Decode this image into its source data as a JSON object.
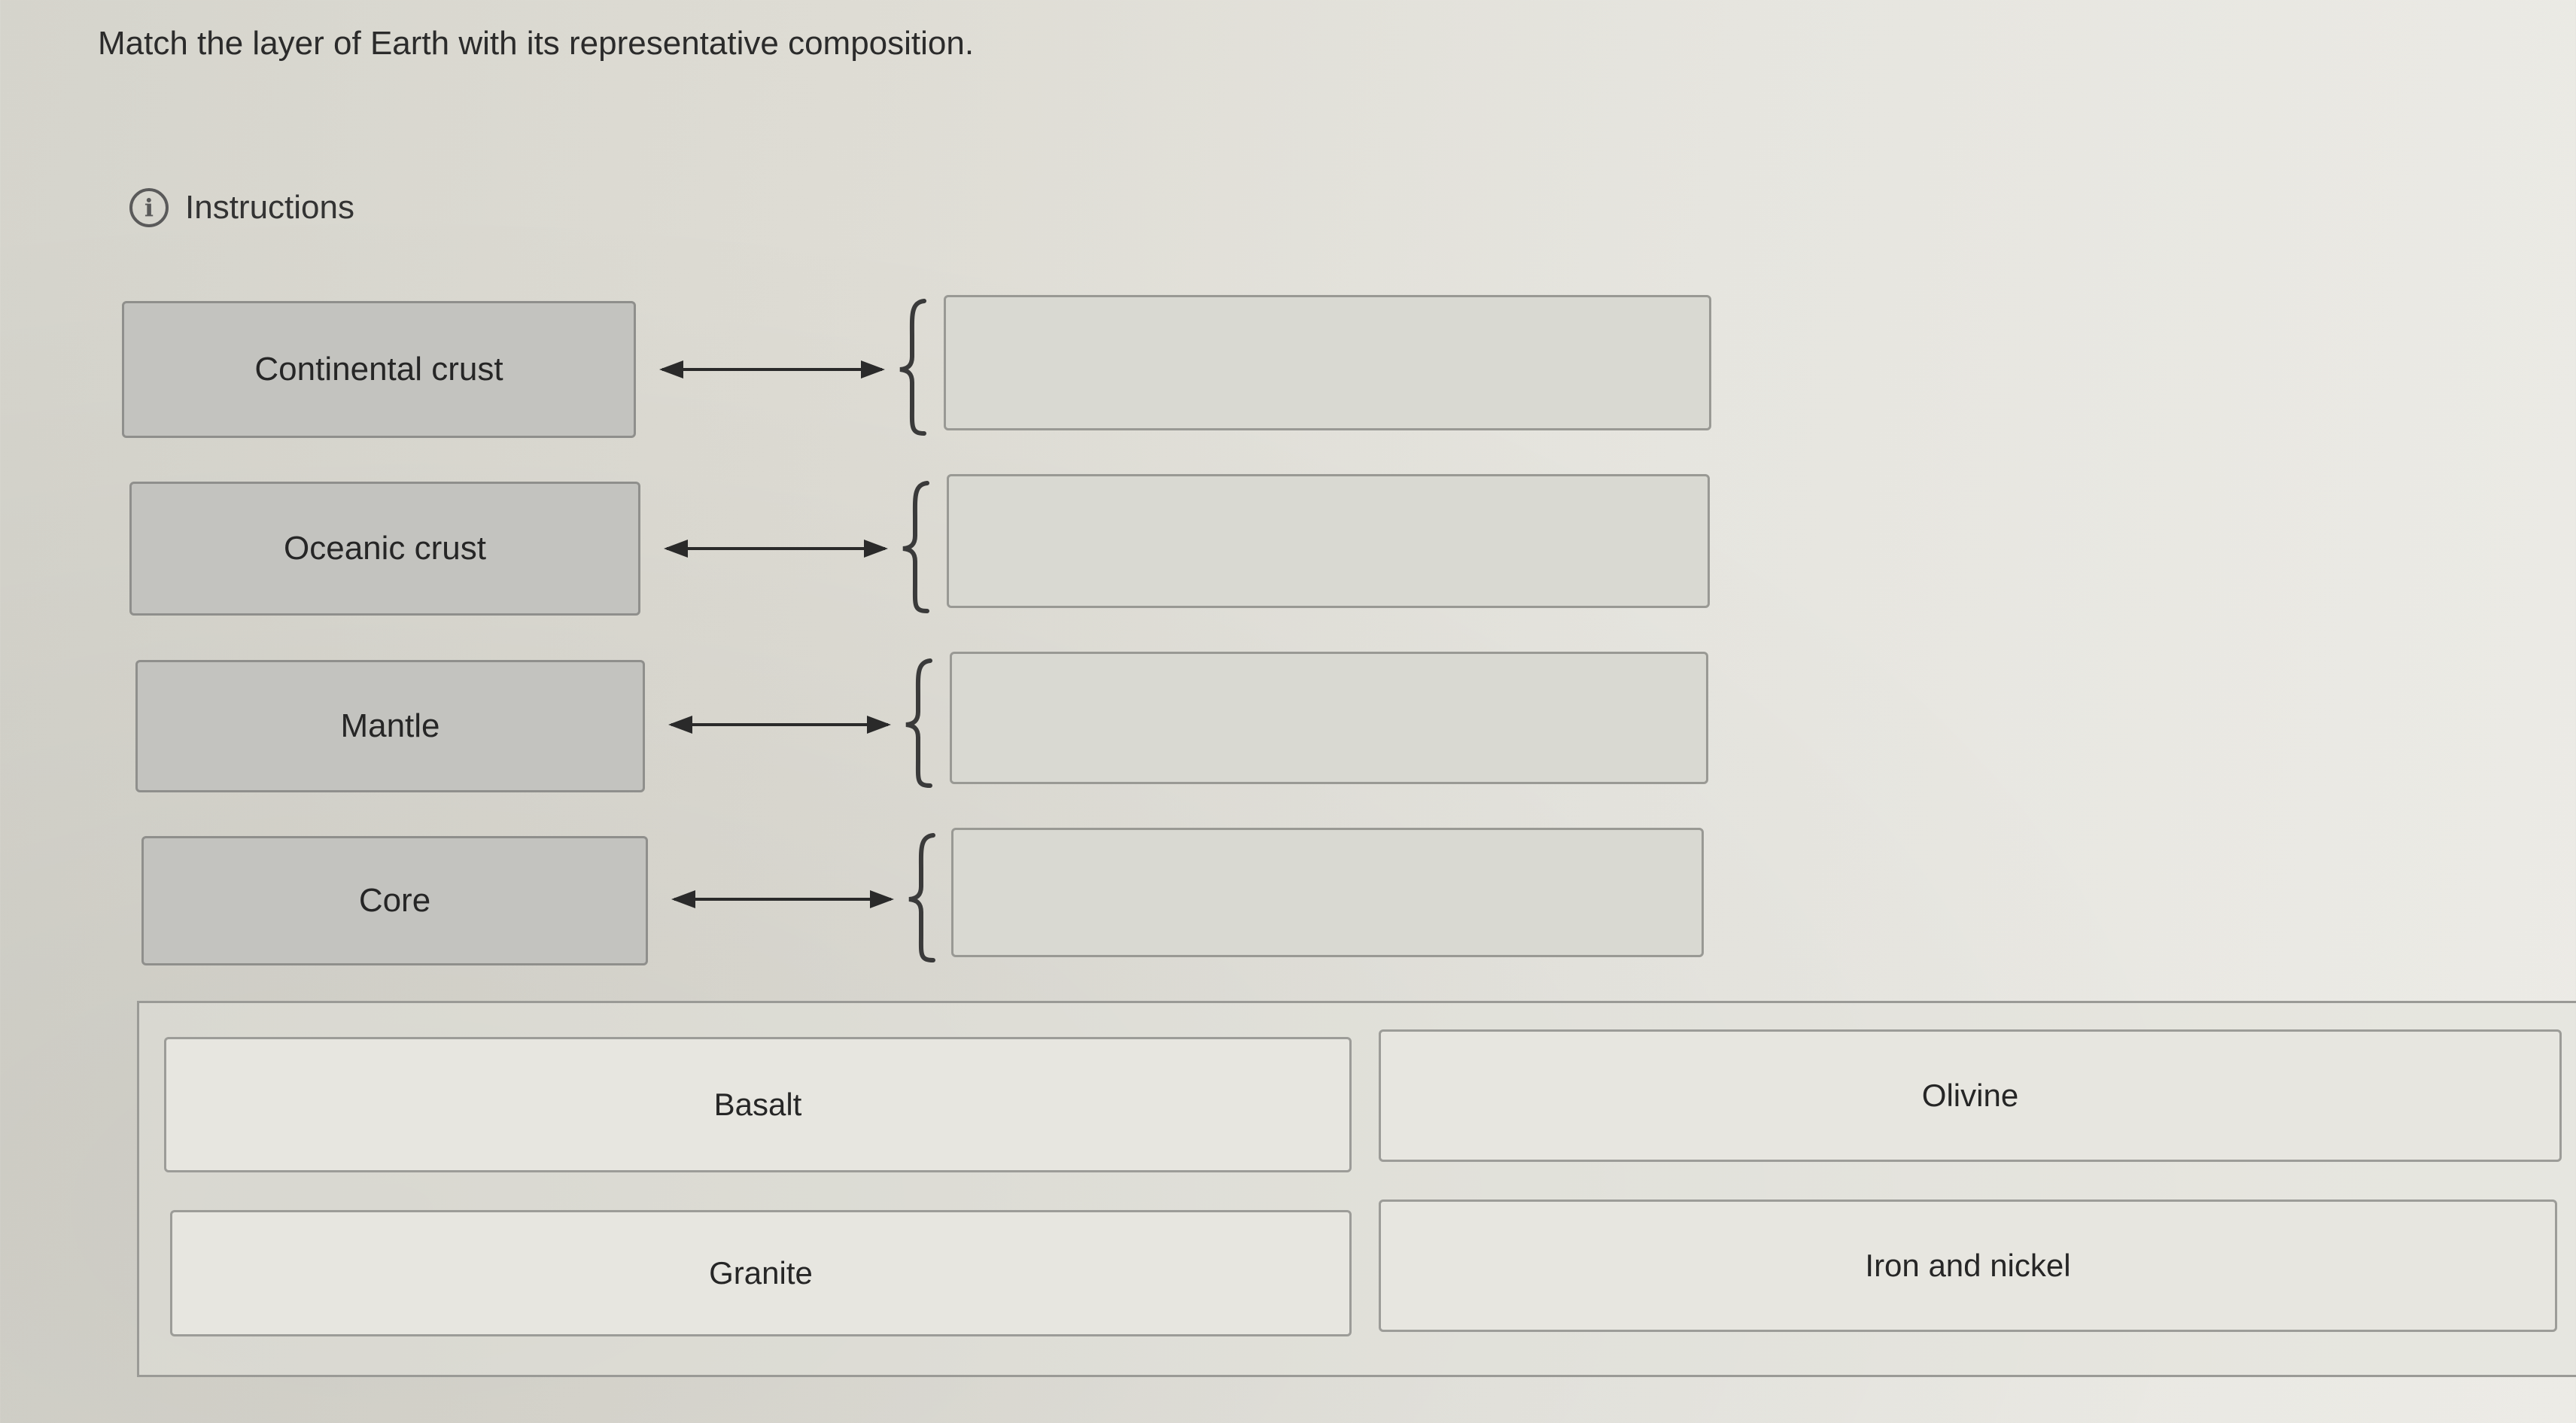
{
  "question": {
    "text": "Match the layer of Earth with its representative composition."
  },
  "instructions": {
    "label": "Instructions",
    "icon": "info-icon",
    "icon_glyph": "i"
  },
  "terms": [
    {
      "label": "Continental crust"
    },
    {
      "label": "Oceanic crust"
    },
    {
      "label": "Mantle"
    },
    {
      "label": "Core"
    }
  ],
  "answer_slots": [
    {
      "value": ""
    },
    {
      "value": ""
    },
    {
      "value": ""
    },
    {
      "value": ""
    }
  ],
  "options": [
    {
      "label": "Basalt"
    },
    {
      "label": "Olivine"
    },
    {
      "label": "Granite"
    },
    {
      "label": "Iron and nickel"
    }
  ],
  "colors": {
    "term_fill": "#c3c3bf",
    "slot_fill": "#d9d9d2",
    "option_fill": "#e7e6e0",
    "connector": "#2a2a2a"
  }
}
